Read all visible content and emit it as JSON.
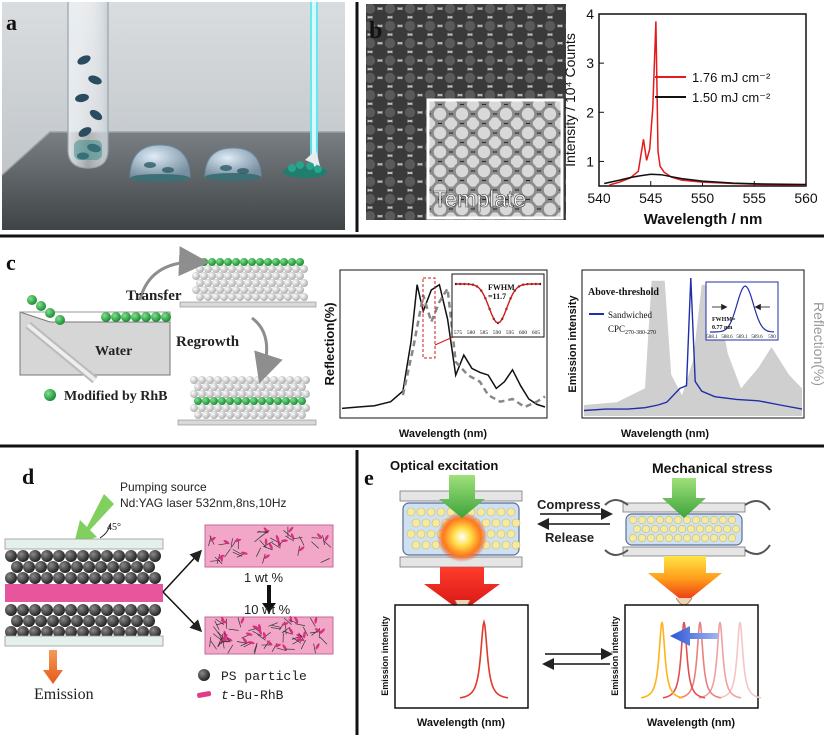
{
  "panels": {
    "a": {
      "letter": "a"
    },
    "b": {
      "letter": "b",
      "inset_label": "Template",
      "chart_data": {
        "type": "line",
        "xlabel": "Wavelength / nm",
        "ylabel": "Intensity / 10⁴ Counts",
        "xlim": [
          540,
          560
        ],
        "ylim": [
          0.5,
          4
        ],
        "xticks": [
          540,
          545,
          550,
          555,
          560
        ],
        "yticks": [
          1,
          2,
          3,
          4
        ],
        "legend_placement": "top-right",
        "series": [
          {
            "name": "1.76 mJ cm⁻²",
            "color": "#e41a1c",
            "x": [
              541,
              542,
              543,
              543.8,
              544.3,
              544.6,
              544.9,
              545.2,
              545.5,
              545.7,
              545.9,
              546.3,
              547,
              548,
              550,
              553,
              556,
              560
            ],
            "y": [
              0.52,
              0.58,
              0.66,
              0.8,
              1.45,
              1.02,
              1.25,
              2.1,
              3.85,
              1.2,
              0.9,
              0.78,
              0.68,
              0.62,
              0.58,
              0.55,
              0.53,
              0.52
            ]
          },
          {
            "name": "1.50 mJ cm⁻²",
            "color": "#111111",
            "x": [
              540.5,
              542,
              543,
              544,
              545,
              546,
              547,
              548,
              550,
              553,
              556,
              560
            ],
            "y": [
              0.55,
              0.62,
              0.67,
              0.71,
              0.74,
              0.73,
              0.69,
              0.65,
              0.6,
              0.56,
              0.54,
              0.53
            ]
          }
        ]
      }
    },
    "c": {
      "letter": "c",
      "transfer_label": "Transfer",
      "regrowth_label": "Regrowth",
      "water_label": "Water",
      "legend_label": "Modified by RhB",
      "chart1_data": {
        "type": "line",
        "xlabel": "Wavelength (nm)",
        "ylabel": "Reflection(%)",
        "series": [
          {
            "name": "",
            "color": "#111111",
            "x": [
              0,
              0.08,
              0.16,
              0.24,
              0.3,
              0.34,
              0.37,
              0.4,
              0.44,
              0.48,
              0.52,
              0.56,
              0.6,
              0.64,
              0.68,
              0.72,
              0.76,
              0.8,
              0.84,
              0.88,
              0.92,
              0.96,
              1
            ],
            "y": [
              0.05,
              0.06,
              0.07,
              0.1,
              0.18,
              0.55,
              0.98,
              0.78,
              0.94,
              0.98,
              0.72,
              0.3,
              0.45,
              0.35,
              0.32,
              0.3,
              0.2,
              0.25,
              0.34,
              0.22,
              0.12,
              0.08,
              0.06
            ]
          },
          {
            "name": "",
            "color": "#888888",
            "x": [
              0.3,
              0.35,
              0.4,
              0.44,
              0.48,
              0.52,
              0.56,
              0.62,
              0.68,
              0.72,
              0.78,
              0.84,
              0.9,
              0.96,
              1
            ],
            "y": [
              0.15,
              0.5,
              0.9,
              0.7,
              0.85,
              0.95,
              0.4,
              0.3,
              0.25,
              0.15,
              0.1,
              0.12,
              0.06,
              0.1,
              0.14
            ]
          }
        ],
        "inset": {
          "label_fwhm": "FWHM",
          "label_value": "=11.7",
          "xticks": [
            "575",
            "580",
            "585",
            "590",
            "595",
            "600",
            "605"
          ]
        }
      },
      "chart2_data": {
        "type": "area",
        "xlabel": "Wavelength (nm)",
        "ylabel": "Emission intensity",
        "ylabel_right": "Reflection(%)",
        "title": "Above-threshold",
        "legend_label": "Sandwiched",
        "legend_sub_main": "CPC",
        "legend_sub_idx": "270-380-270",
        "inset": {
          "label_fwhm": "FWHM=",
          "label_value": "0.77 nm",
          "xticks": [
            "588.1",
            "588.6",
            "589.1",
            "589.6",
            "590"
          ]
        }
      }
    },
    "d": {
      "letter": "d",
      "pump_line1": "Pumping source",
      "pump_line2": "Nd:YAG laser 532nm,8ns,10Hz",
      "angle": "45°",
      "conc1": "1 wt %",
      "conc2": "10 wt %",
      "emission": "Emission",
      "legend1": "PS particle",
      "legend2_prefix": "t",
      "legend2_rest": "-Bu-RhB"
    },
    "e": {
      "letter": "e",
      "optical": "Optical excitation",
      "mechanical": "Mechanical stress",
      "compress": "Compress",
      "release": "Release",
      "ylabel": "Emission intensity",
      "xlabel": "Wavelength (nm)"
    }
  },
  "colors": {
    "red_line": "#e41a1c",
    "blue_line": "#1f2fa8",
    "green_sphere": "#27b24a",
    "pink_film": "#e76fae",
    "magenta_bar": "#e8559d",
    "cyan_beam": "#5fe8f0"
  }
}
